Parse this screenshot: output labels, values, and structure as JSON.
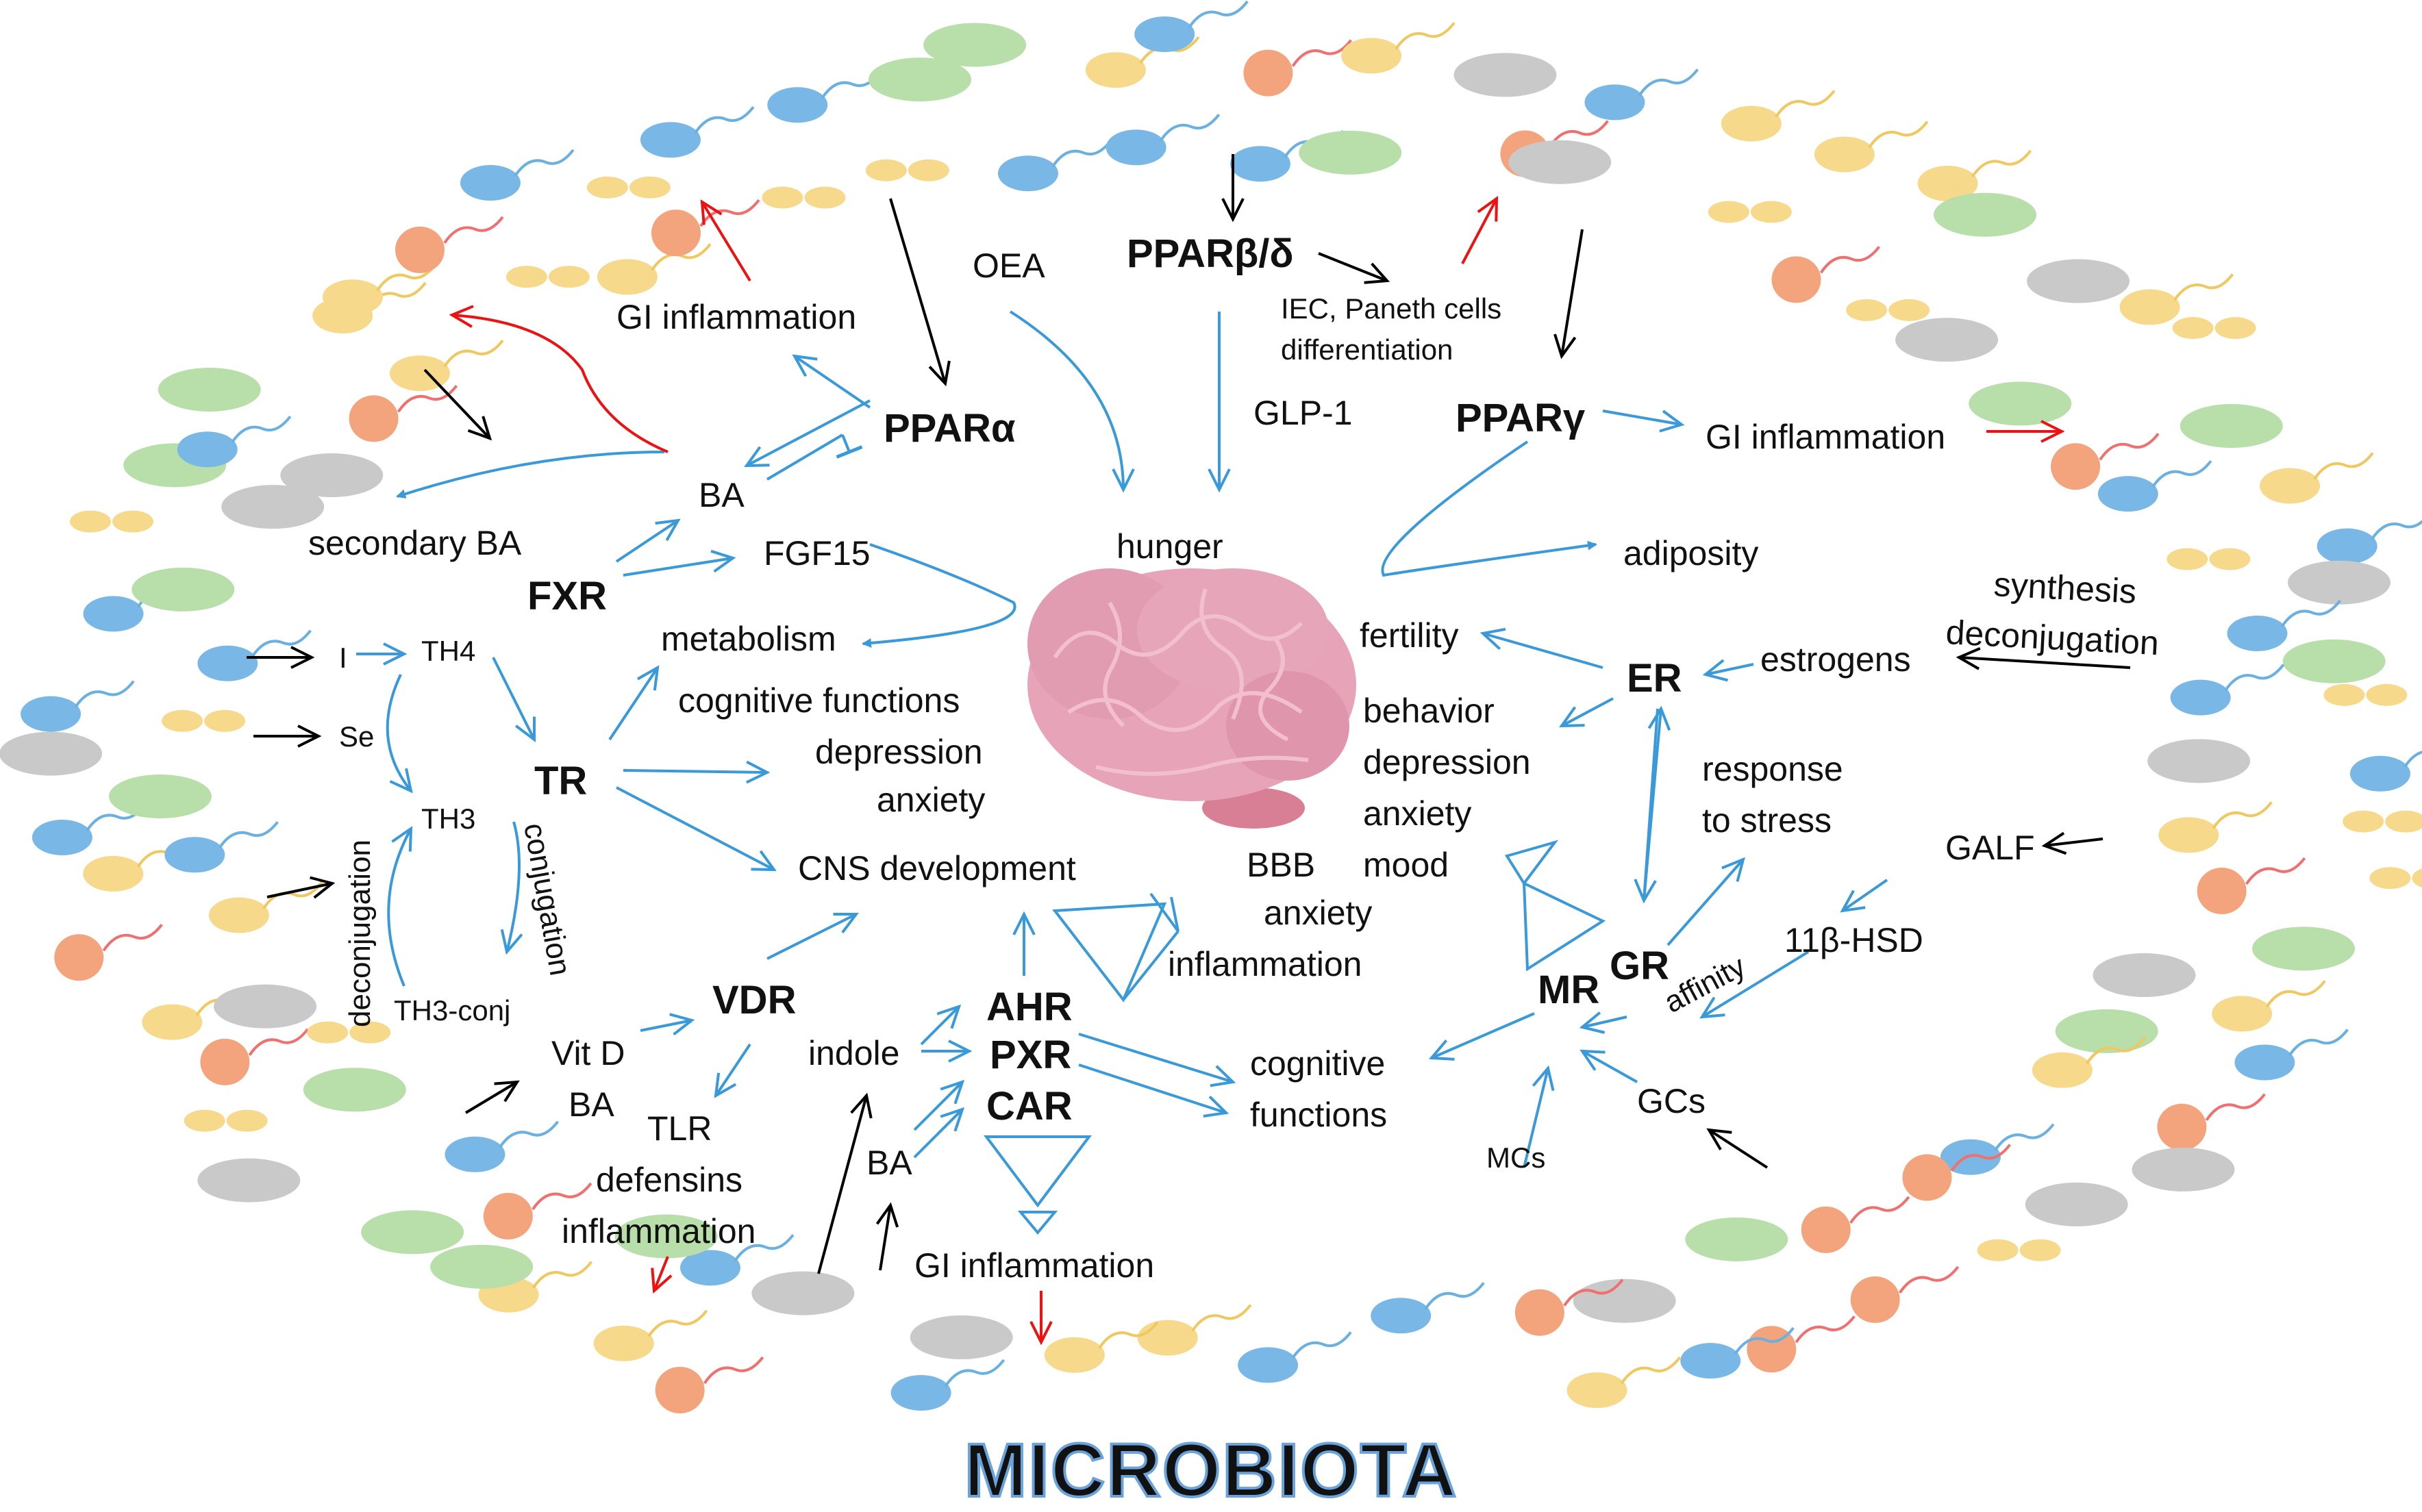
{
  "title": "MICROBIOTA",
  "receptors": {
    "ppar_alpha": "PPARα",
    "ppar_beta_delta": "PPARβ/δ",
    "ppar_gamma": "PPARγ",
    "fxr": "FXR",
    "tr": "TR",
    "vdr": "VDR",
    "ahr": "AHR",
    "pxr": "PXR",
    "car": "CAR",
    "er": "ER",
    "gr": "GR",
    "mr": "MR"
  },
  "labels": {
    "gi_inflammation_top": "GI inflammation",
    "oea": "OEA",
    "iec_line1": "IEC, Paneth cells",
    "iec_line2": "differentiation",
    "glp1": "GLP-1",
    "gi_inflammation_right": "GI inflammation",
    "ba_fxr": "BA",
    "secondary_ba": "secondary BA",
    "fgf15": "FGF15",
    "hunger": "hunger",
    "adiposity": "adiposity",
    "metabolism": "metabolism",
    "i": "I",
    "th4": "TH4",
    "se": "Se",
    "th3": "TH3",
    "th3_conj": "TH3-conj",
    "deconjugation": "deconjugation",
    "conjugation": "conjugation",
    "cognitive_functions_top": "cognitive functions",
    "depression_left": "depression",
    "anxiety_left": "anxiety",
    "cns_development": "CNS development",
    "bbb": "BBB",
    "anxiety_mid": "anxiety",
    "inflammation_mid": "inflammation",
    "fertility": "fertility",
    "behavior": "behavior",
    "depression_right": "depression",
    "anxiety_right": "anxiety",
    "mood": "mood",
    "estrogens": "estrogens",
    "synthesis": "synthesis",
    "deconjugation_right": "deconjugation",
    "response": "response",
    "to_stress": "to stress",
    "galf": "GALF",
    "hsd": "11β-HSD",
    "affinity": "affinity",
    "vit_d": "Vit D",
    "ba_vdr": "BA",
    "tlr": "TLR",
    "defensins": "defensins",
    "inflammation_vdr": "inflammation",
    "indole": "indole",
    "ba_ahr": "BA",
    "gi_inflammation_bottom": "GI inflammation",
    "cognitive_functions_bottom": "cognitive",
    "functions_bottom": "functions",
    "mcs": "MCs",
    "gcs": "GCs"
  },
  "colors": {
    "activation_arrow": "#3a9ad9",
    "input_arrow": "#000000",
    "inflammation_arrow": "#ee1111",
    "brain": "#e7a3b7",
    "brain_stem": "#d87f95",
    "microbe_blue": "#79b8e6",
    "microbe_orange": "#f4a47c",
    "microbe_yellow": "#f6d98a",
    "microbe_green": "#b8deaa",
    "microbe_gray": "#c9c9c9",
    "title_outline": "#6aa3dc"
  }
}
